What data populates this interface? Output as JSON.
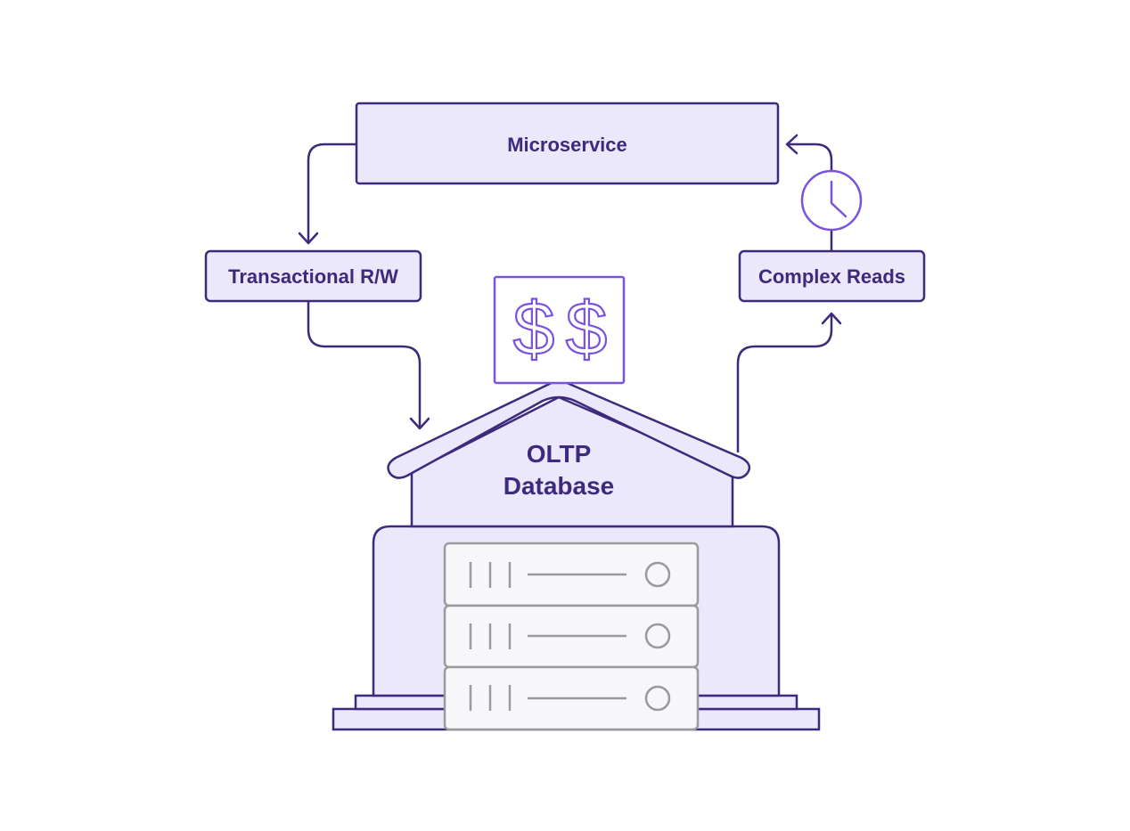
{
  "diagram": {
    "microservice_label": "Microservice",
    "transactional_label": "Transactional R/W",
    "complex_reads_label": "Complex Reads",
    "database_label_line1": "OLTP",
    "database_label_line2": "Database",
    "cost_symbol": "$",
    "colors": {
      "stroke_dark": "#3d2a7c",
      "stroke_accent": "#7a52e0",
      "fill_light": "#ece8fb",
      "server_stroke": "#9a9a9e",
      "server_fill": "#f7f7f9"
    }
  }
}
